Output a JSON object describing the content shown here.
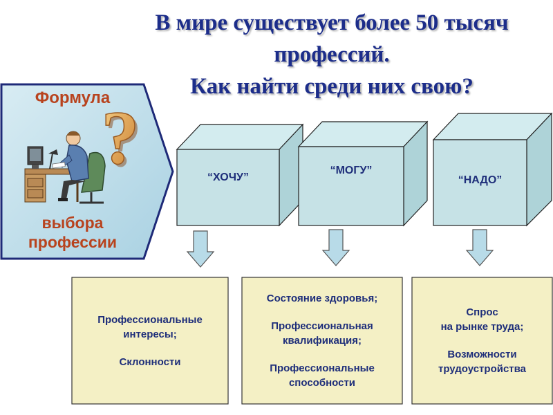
{
  "title": {
    "line1": "В мире существует более 50 тысяч",
    "line2": "профессий.",
    "line3": "Как найти среди них свою?"
  },
  "formula": {
    "top": "Формула",
    "bottom_line1": "выбора",
    "bottom_line2": "профессии",
    "illustration_icon": "person-at-desk-icon",
    "question_icon": "question-mark-icon"
  },
  "cubes": [
    {
      "label": "“ХОЧУ”"
    },
    {
      "label": "“МОГУ”"
    },
    {
      "label": "“НАДО”"
    }
  ],
  "boxes": [
    {
      "lines": [
        "Профессиональные",
        "интересы;",
        "",
        "Склонности"
      ]
    },
    {
      "lines": [
        "Состояние здоровья;",
        "",
        "Профессиональная",
        "квалификация;",
        "",
        "Профессиональные",
        "способности"
      ]
    },
    {
      "lines": [
        "Спрос",
        "на рынке труда;",
        "",
        "Возможности",
        "трудоустройства"
      ]
    }
  ],
  "colors": {
    "title": "#1c2d8a",
    "formula_text": "#b8431e",
    "formula_bg": "#bcdde9",
    "cube_front": "#c6e2e6",
    "cube_side": "#aed3d8",
    "box_bg": "#f4f0c5",
    "arrow": "#b8dbe8"
  }
}
